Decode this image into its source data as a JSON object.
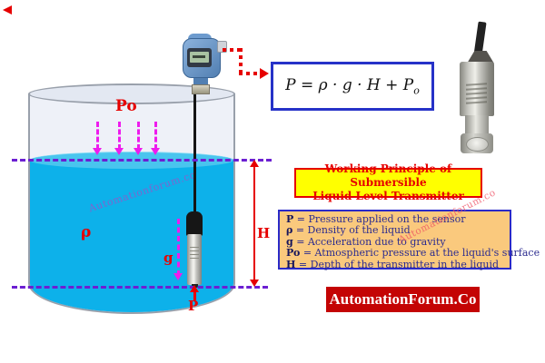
{
  "labels": {
    "po": "Po",
    "rho": "ρ",
    "g": "g",
    "h": "H",
    "p": "P"
  },
  "formula": {
    "text": "P = ρ · g · H + P",
    "subscript": "o"
  },
  "title_box": {
    "line1": "Working Principle of Submersible",
    "line2": "Liquid Level Transmitter"
  },
  "legend": {
    "separator": "=",
    "items": [
      {
        "term": "P",
        "desc": "Pressure applied on the sensor"
      },
      {
        "term": "ρ",
        "desc": "Density of the liquid"
      },
      {
        "term": "g",
        "desc": "Acceleration due to gravity"
      },
      {
        "term": "Po",
        "desc": "Atmospheric pressure at the liquid's surface"
      },
      {
        "term": "H",
        "desc": "Depth of the transmitter in the liquid"
      }
    ]
  },
  "brand": {
    "text": "AutomationForum.Co"
  },
  "watermarks": {
    "liquid": "Automationforum.co",
    "legend": "Automationforum.co"
  },
  "colors": {
    "liquid": "#0db1ea",
    "label_red": "#e60000",
    "dashed_purple": "#6c1fd2",
    "arrow_magenta": "#ee1bee",
    "legend_bg": "#fac97d",
    "legend_border": "#2a2ac8",
    "legend_text": "#2b2b8f",
    "title_bg": "#ffff00",
    "title_text": "#e60000",
    "brand_bg": "#c40404",
    "formula_border": "#2632c8",
    "transmitter_blue": "#5d8cc0"
  }
}
